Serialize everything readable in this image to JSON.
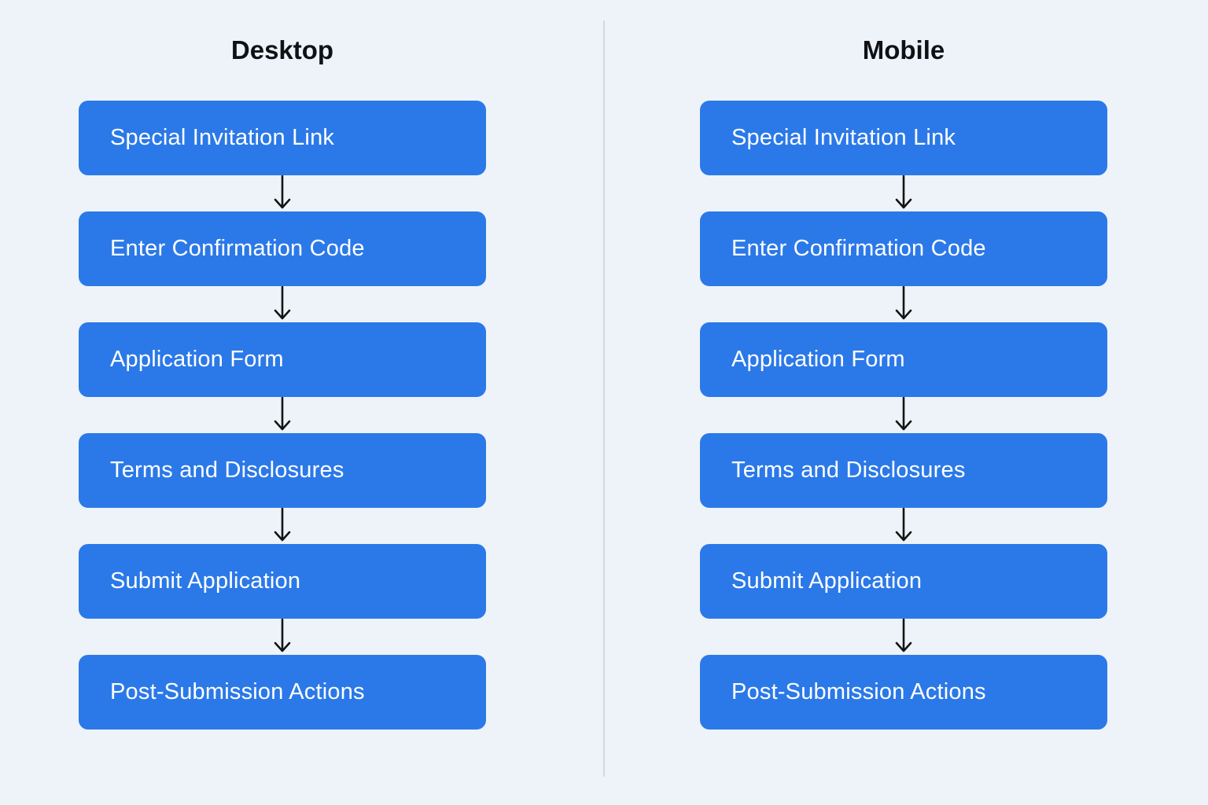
{
  "diagram": {
    "columns": [
      {
        "title": "Desktop",
        "steps": [
          "Special Invitation Link",
          "Enter Confirmation Code",
          "Application Form",
          "Terms and Disclosures",
          "Submit Application",
          "Post-Submission Actions"
        ]
      },
      {
        "title": "Mobile",
        "steps": [
          "Special Invitation Link",
          "Enter Confirmation Code",
          "Application Form",
          "Terms and Disclosures",
          "Submit Application",
          "Post-Submission Actions"
        ]
      }
    ]
  },
  "colors": {
    "box-bg": "#2b79e8",
    "box-text": "#ffffff",
    "background": "#eef3f9",
    "divider": "#d6d8da",
    "arrow": "#141414",
    "title-text": "#0f1115"
  }
}
